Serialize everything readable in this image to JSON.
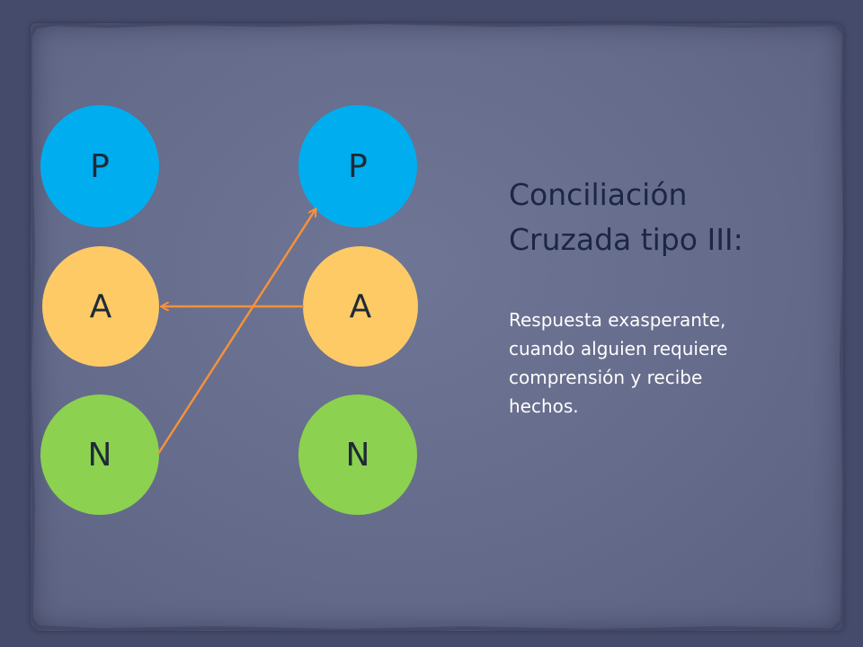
{
  "diagram": {
    "left_column": [
      {
        "letter": "P",
        "role": "parent"
      },
      {
        "letter": "A",
        "role": "adult"
      },
      {
        "letter": "N",
        "role": "child"
      }
    ],
    "right_column": [
      {
        "letter": "P",
        "role": "parent"
      },
      {
        "letter": "A",
        "role": "adult"
      },
      {
        "letter": "N",
        "role": "child"
      }
    ],
    "arrows": [
      {
        "from": "left-N",
        "to": "right-P"
      },
      {
        "from": "right-A",
        "to": "left-A"
      }
    ],
    "colors": {
      "parent": "#00aeef",
      "adult": "#fdca66",
      "child": "#8cd150",
      "arrow": "#f5913c",
      "title": "#1b2744",
      "text": "#ffffff",
      "background": "#656b8b"
    }
  },
  "title_lines": [
    "Conciliación",
    "Cruzada tipo III:"
  ],
  "description_lines": [
    "Respuesta exasperante,",
    "cuando alguien requiere",
    "comprensión y recibe",
    "hechos."
  ]
}
